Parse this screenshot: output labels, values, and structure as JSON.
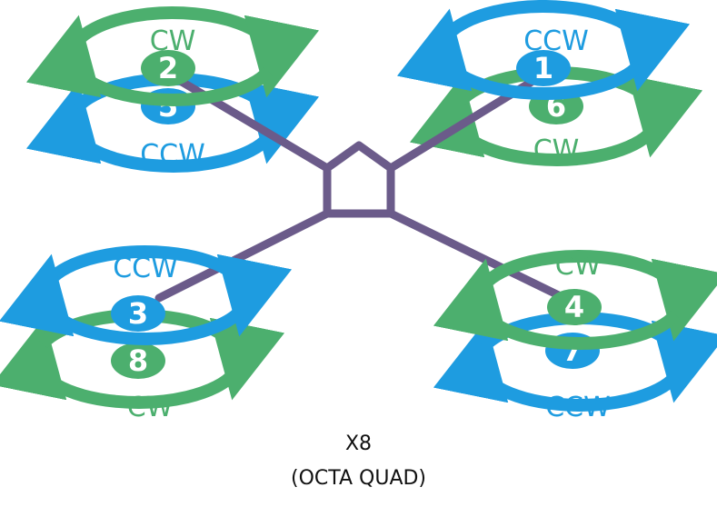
{
  "colors": {
    "green": "#4caf6e",
    "blue": "#1e9ce0",
    "frame": "#6b5b8a",
    "text": "#111111"
  },
  "caption": {
    "title": "X8",
    "subtitle": "(OCTA QUAD)"
  },
  "arms": [
    {
      "name": "front-left",
      "upper": {
        "motor": "2",
        "direction": "CW",
        "color": "green"
      },
      "lower": {
        "motor": "5",
        "direction": "CCW",
        "color": "blue"
      }
    },
    {
      "name": "front-right",
      "upper": {
        "motor": "1",
        "direction": "CCW",
        "color": "blue"
      },
      "lower": {
        "motor": "6",
        "direction": "CW",
        "color": "green"
      }
    },
    {
      "name": "rear-left",
      "upper": {
        "motor": "3",
        "direction": "CCW",
        "color": "blue"
      },
      "lower": {
        "motor": "8",
        "direction": "CW",
        "color": "green"
      }
    },
    {
      "name": "rear-right",
      "upper": {
        "motor": "4",
        "direction": "CW",
        "color": "green"
      },
      "lower": {
        "motor": "7",
        "direction": "CCW",
        "color": "blue"
      }
    }
  ]
}
